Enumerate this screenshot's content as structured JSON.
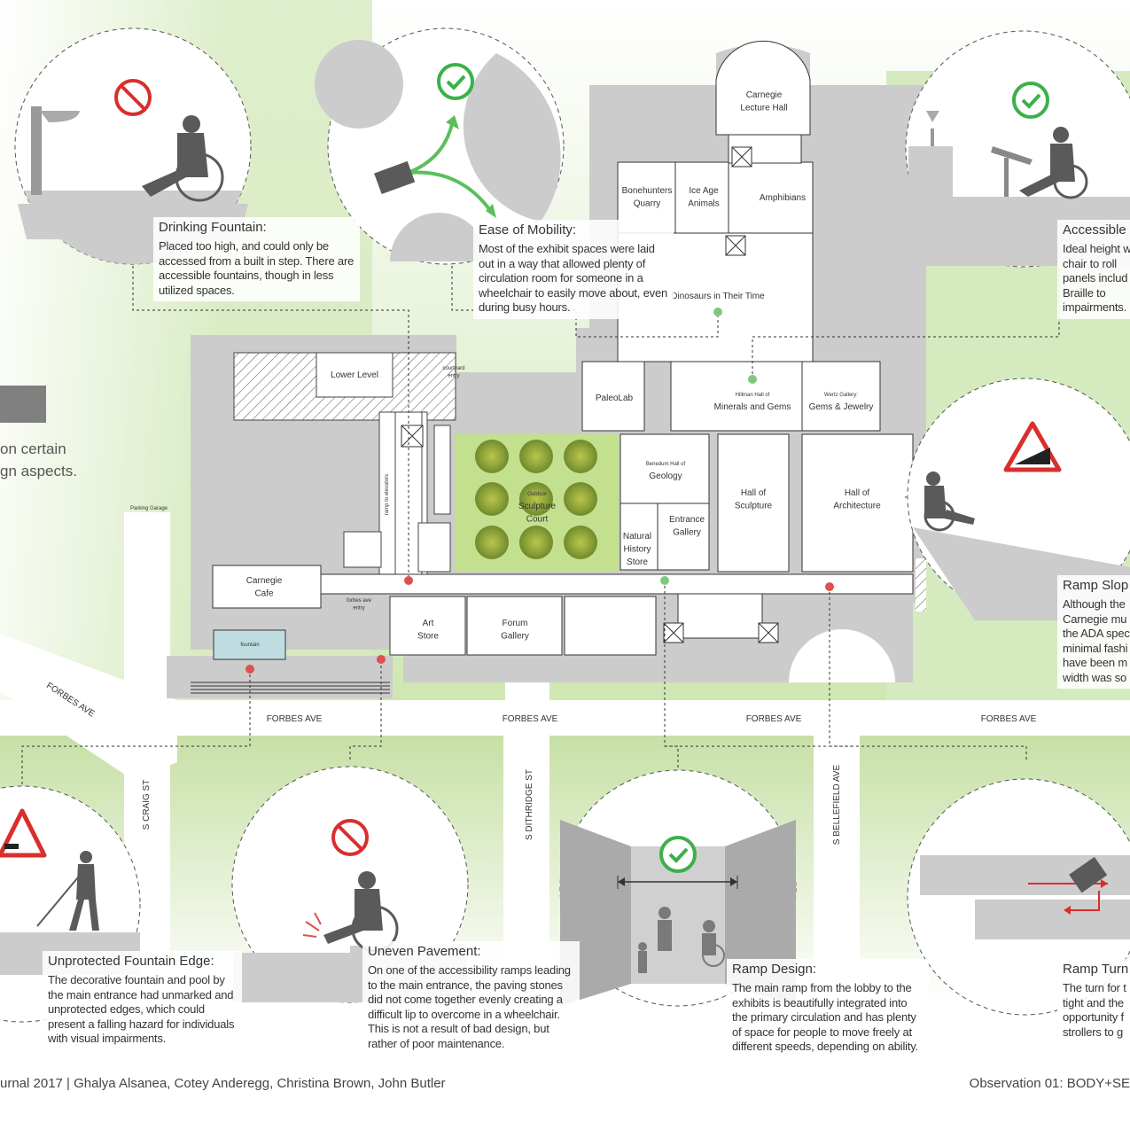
{
  "rooms": {
    "lecture": "Carnegie\nLecture Hall",
    "bonehunters": "Bonehunters\nQuarry",
    "iceage": "Ice Age\nAnimals",
    "amphibians": "Amphibians",
    "dinosaurs": "Dinosaurs in Their Time",
    "paleolab": "PaleoLab",
    "minerals_small": "Hillman Hall of",
    "minerals": "Minerals and Gems",
    "wertz_small": "Wertz Gallery:",
    "wertz": "Gems & Jewelry",
    "geology_small": "Benedum Hall of",
    "geology": "Geology",
    "natural_history": "Natural\nHistory\nStore",
    "entrance_gallery": "Entrance\nGallery",
    "sculpture": "Hall of\nSculpture",
    "architecture": "Hall of\nArchitecture",
    "lower_level": "Lower Level",
    "courtyard_entry": "courtyard\nentry",
    "ramp_elevators": "ramp to elevators",
    "sculpture_court_small": "Outdoor",
    "sculpture_court": "Sculpture\nCourt",
    "cafe": "Carnegie\nCafe",
    "forbes_entry": "forbes ave\nentry",
    "fountain": "fountain",
    "art_store": "Art\nStore",
    "forum_gallery": "Forum\nGallery",
    "parking_garage": "Parking Garage"
  },
  "streets": {
    "forbes_diag": "FORBES AVE",
    "forbes1": "FORBES AVE",
    "forbes2": "FORBES AVE",
    "forbes3": "FORBES AVE",
    "forbes4": "FORBES AVE",
    "craig": "S CRAIG ST",
    "dithridge": "S DITHRIDGE ST",
    "bellefield": "S BELLEFIELD AVE"
  },
  "side_text": {
    "line1": "on certain",
    "line2": "gn aspects."
  },
  "notes": {
    "fountain": {
      "title": "Drinking Fountain:",
      "text": "Placed too high, and could only be accessed from a built in step. There are accessible fountains, though in less utilized spaces."
    },
    "mobility": {
      "title": "Ease of Mobility:",
      "text": "Most of the exhibit spaces were laid out in a way that allowed plenty of circulation room for someone in a wheelchair to easily move about, even during busy hours."
    },
    "accessible": {
      "title": "Accessible",
      "text": "Ideal height w a chair to roll panels includ and Braille to impairments."
    },
    "ramp_slope": {
      "title": "Ramp Slop",
      "text": "Although the Carnegie mu the ADA spec minimal fashi have been m width was so"
    },
    "fountain_edge": {
      "title": "Unprotected Fountain Edge:",
      "text": "The decorative fountain and pool by the main entrance had unmarked and unprotected edges, which could present a falling hazard for individuals with visual impairments."
    },
    "pavement": {
      "title": "Uneven Pavement:",
      "text": "On one of the accessibility ramps leading to the main entrance, the paving stones did not come together evenly creating a difficult lip to overcome in a wheelchair. This is not a result of bad design, but rather of poor maintenance."
    },
    "ramp_design": {
      "title": "Ramp Design:",
      "text": "The main ramp from the lobby to the exhibits is beautifully integrated into the primary circulation and has plenty of space for people to move freely at different speeds, depending on ability."
    },
    "ramp_turn": {
      "title": "Ramp Turn",
      "text": "The turn for t tight and the opportunity f strollers to g"
    }
  },
  "footer": {
    "left": "urnal 2017  |  Ghalya Alsanea, Cotey Anderegg, Christina Brown, John Butler",
    "right": "Observation 01: BODY+SE"
  },
  "colors": {
    "building": "#cccccc",
    "green": "#d9ecc4",
    "good": "#7dc87d",
    "bad": "#e05050",
    "fountain": "#bfdde0",
    "sign_red": "#d92e2e",
    "check_green": "#3cb04a"
  }
}
